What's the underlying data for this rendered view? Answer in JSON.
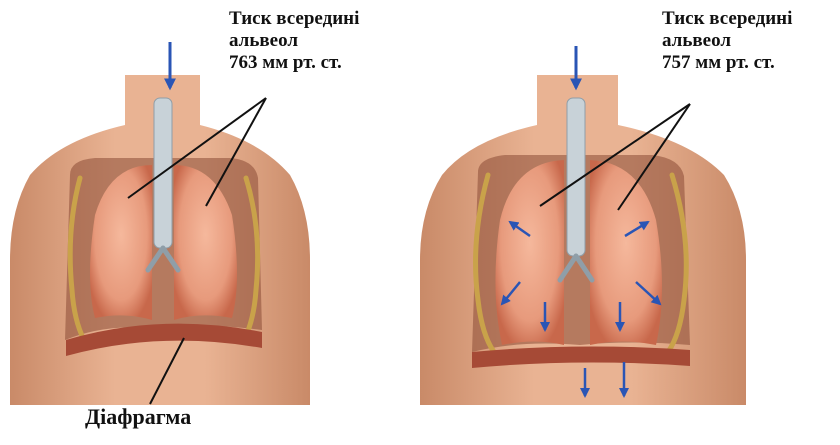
{
  "panels": [
    {
      "id": "exhale",
      "pressure_label": {
        "line1": "Тиск всередині",
        "line2": "альвеол",
        "line3": "763 мм рт. ст."
      }
    },
    {
      "id": "inhale",
      "pressure_label": {
        "line1": "Тиск всередині",
        "line2": "альвеол",
        "line3": "757 мм рт. ст."
      }
    }
  ],
  "diaphragm_label": "Діафрагма",
  "colors": {
    "skin": "#e9b393",
    "skin_shadow": "#c98a68",
    "lung": "#e79a7c",
    "lung_dark": "#c8684b",
    "rib": "#c9a24a",
    "trachea": "#c8d2d8",
    "arrow": "#2a55b5",
    "pointer": "#111111",
    "background": "#ffffff"
  },
  "icons": [
    "airflow-arrow-icon",
    "expansion-arrow-icon"
  ]
}
